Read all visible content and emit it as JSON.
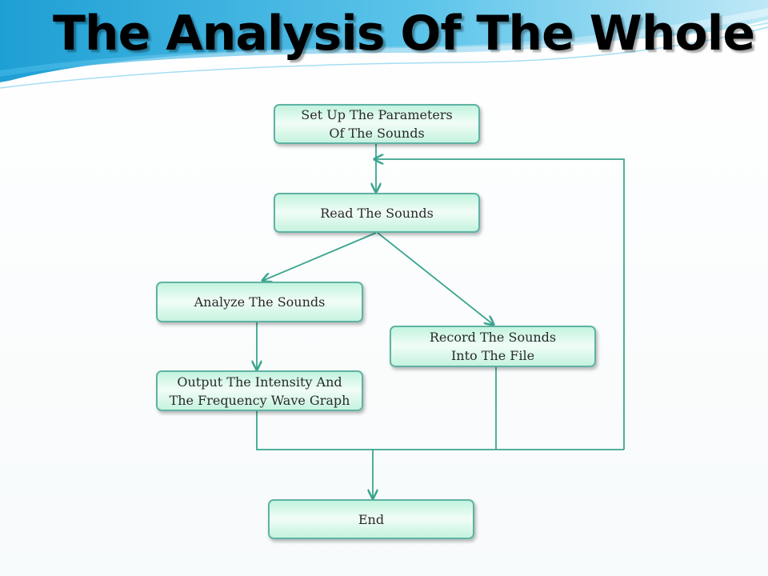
{
  "slide": {
    "title": "The Analysis Of The Whole P"
  },
  "flowchart": {
    "nodes": {
      "setup": "Set Up The Parameters\nOf The Sounds",
      "read": "Read The Sounds",
      "analyze": "Analyze The Sounds",
      "record": "Record The Sounds\nInto The File",
      "output": "Output The Intensity And\nThe Frequency Wave Graph",
      "end": "End"
    },
    "edges": [
      {
        "from": "setup",
        "to": "read"
      },
      {
        "from": "read",
        "to": "analyze"
      },
      {
        "from": "read",
        "to": "record"
      },
      {
        "from": "analyze",
        "to": "output"
      },
      {
        "from": "output",
        "to": "end"
      },
      {
        "from": "record",
        "to": "end"
      },
      {
        "from": "output",
        "to": "read",
        "kind": "loop-back"
      },
      {
        "from": "record",
        "to": "read",
        "kind": "loop-back"
      }
    ],
    "colors": {
      "line": "#3aa58f",
      "box_border": "#5fb3a3",
      "box_fill_top": "#c3f3de",
      "box_fill_mid": "#f1fdf7"
    }
  },
  "theme": {
    "header_colors": [
      "#1e9fd4",
      "#5cc4ea",
      "#bfe8f6"
    ]
  }
}
